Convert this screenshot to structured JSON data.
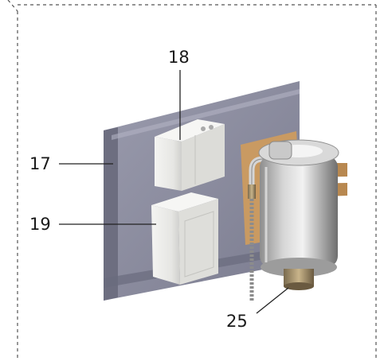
{
  "callouts": {
    "c18": "18",
    "c17": "17",
    "c19": "19",
    "c25": "25"
  },
  "colors": {
    "plate": "#8e8fa1",
    "plate_dark": "#6f7083",
    "box": "#ebebe9",
    "tank": "#b8b8b8",
    "bracket": "#c9955c",
    "border": "#555555"
  }
}
